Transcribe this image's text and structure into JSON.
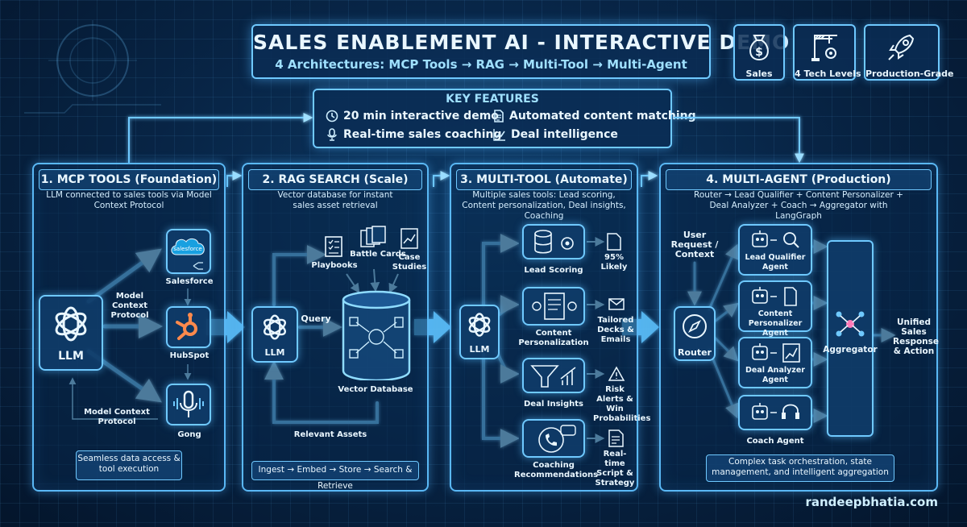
{
  "header": {
    "title": "SALES ENABLEMENT AI - INTERACTIVE DEMO",
    "subtitle": "4 Architectures: MCP Tools → RAG → Multi-Tool → Multi-Agent"
  },
  "badges": [
    {
      "label": "Sales",
      "icon": "money-bag-icon"
    },
    {
      "label": "4 Tech Levels",
      "icon": "crane-gear-icon"
    },
    {
      "label": "Production-Grade",
      "icon": "rocket-icon"
    }
  ],
  "key_features": {
    "title": "KEY FEATURES",
    "items": [
      {
        "label": "20 min interactive demo",
        "icon": "clock-icon"
      },
      {
        "label": "Automated content matching",
        "icon": "document-icon"
      },
      {
        "label": "Real-time sales coaching",
        "icon": "microphone-icon"
      },
      {
        "label": "Deal intelligence",
        "icon": "trend-chart-icon"
      }
    ]
  },
  "columns": [
    {
      "title": "1. MCP TOOLS (Foundation)",
      "desc": "LLM connected to sales tools via Model Context Protocol",
      "footer": "Seamless data access & tool execution",
      "nodes": {
        "llm": "LLM",
        "salesforce_logo": "salesforce",
        "salesforce": "Salesforce",
        "hubspot": "HubSpot",
        "gong": "Gong",
        "mcp_label_1": "Model Context Protocol",
        "mcp_label_2": "Model Context Protocol"
      }
    },
    {
      "title": "2. RAG SEARCH (Scale)",
      "desc": "Vector database for instant sales asset retrieval",
      "footer": "Ingest → Embed → Store → Search & Retrieve",
      "nodes": {
        "llm": "LLM",
        "query": "Query",
        "playbooks": "Playbooks",
        "battle_cards": "Battle Cards",
        "case_studies": "Case Studies",
        "vector_db": "Vector Database",
        "relevant_assets": "Relevant Assets"
      }
    },
    {
      "title": "3. MULTI-TOOL (Automate)",
      "desc": "Multiple sales tools: Lead scoring, Content personalization, Deal insights, Coaching",
      "nodes": {
        "llm": "LLM",
        "lead_scoring": "Lead Scoring",
        "lead_result": "95% Likely",
        "content_personalization": "Content Personalization",
        "content_result": "Tailored Decks & Emails",
        "deal_insights": "Deal Insights",
        "deal_result": "Risk Alerts & Win Probabilities",
        "coaching": "Coaching Recommendations",
        "coaching_result": "Real-time Script & Strategy"
      }
    },
    {
      "title": "4. MULTI-AGENT (Production)",
      "desc": "Router → Lead Qualifier + Content Personalizer + Deal Analyzer + Coach → Aggregator with LangGraph",
      "footer": "Complex task orchestration, state management, and intelligent aggregation",
      "nodes": {
        "user_request": "User Request / Context",
        "router": "Router",
        "lead_qualifier": "Lead Qualifier Agent",
        "content_personalizer": "Content Personalizer Agent",
        "deal_analyzer": "Deal Analyzer Agent",
        "coach": "Coach Agent",
        "aggregator": "Aggregator",
        "unified": "Unified Sales Response & Action"
      }
    }
  ],
  "site": "randeepbhatia.com",
  "colors": {
    "accent": "#6fc9ff",
    "glow": "#4fb4f0",
    "background": "#061a33",
    "text": "#eaf7ff"
  }
}
